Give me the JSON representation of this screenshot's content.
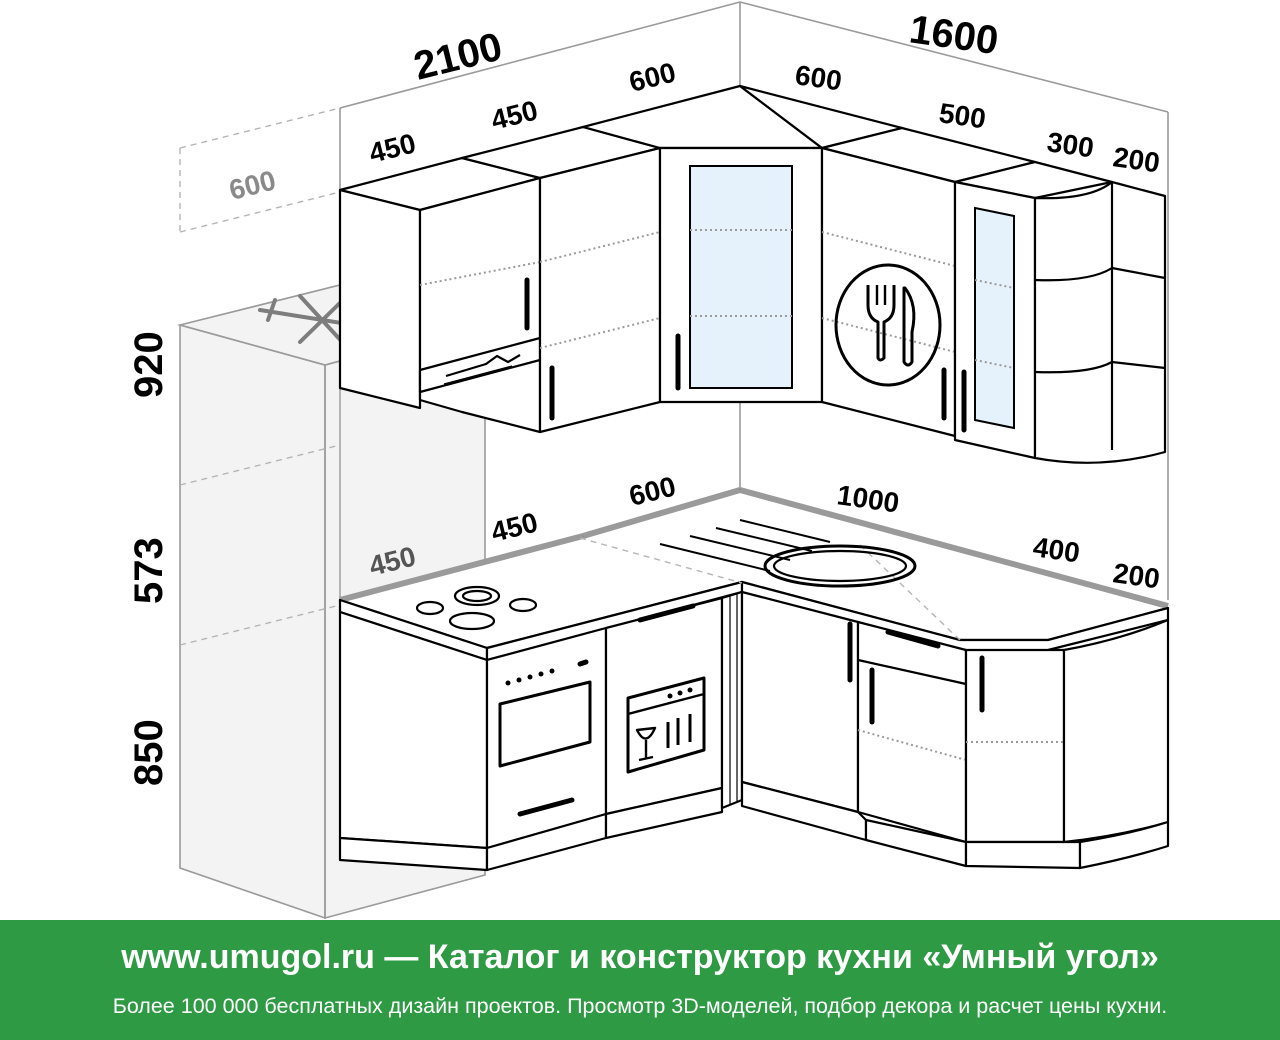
{
  "dimensions": {
    "top_left_total": "2100",
    "top_right_total": "1600",
    "upper_left_1": "450",
    "upper_left_2": "450",
    "upper_corner_left": "600",
    "upper_corner_right": "600",
    "upper_right_1": "500",
    "upper_right_2": "300",
    "upper_right_3": "200",
    "depth_fridge": "600",
    "height_upper": "920",
    "height_middle": "573",
    "height_base": "850",
    "lower_left_1": "450",
    "lower_left_2": "450",
    "lower_corner_left": "600",
    "lower_right_main": "1000",
    "lower_right_2": "400",
    "lower_right_3": "200"
  },
  "icons": [
    "snowflake-icon",
    "cutlery-plate-icon",
    "dishwasher-icon",
    "oven-icon",
    "range-hood-icon"
  ],
  "colors": {
    "banner": "#2e9a43",
    "glass": "#e6f2fb",
    "dimension_grey": "#8a8a8a"
  },
  "banner": {
    "title": "www.umugol.ru — Каталог и конструктор кухни «Умный угол»",
    "subtitle": "Более 100 000 бесплатных дизайн проектов. Просмотр 3D-моделей, подбор декора и расчет цены кухни."
  }
}
